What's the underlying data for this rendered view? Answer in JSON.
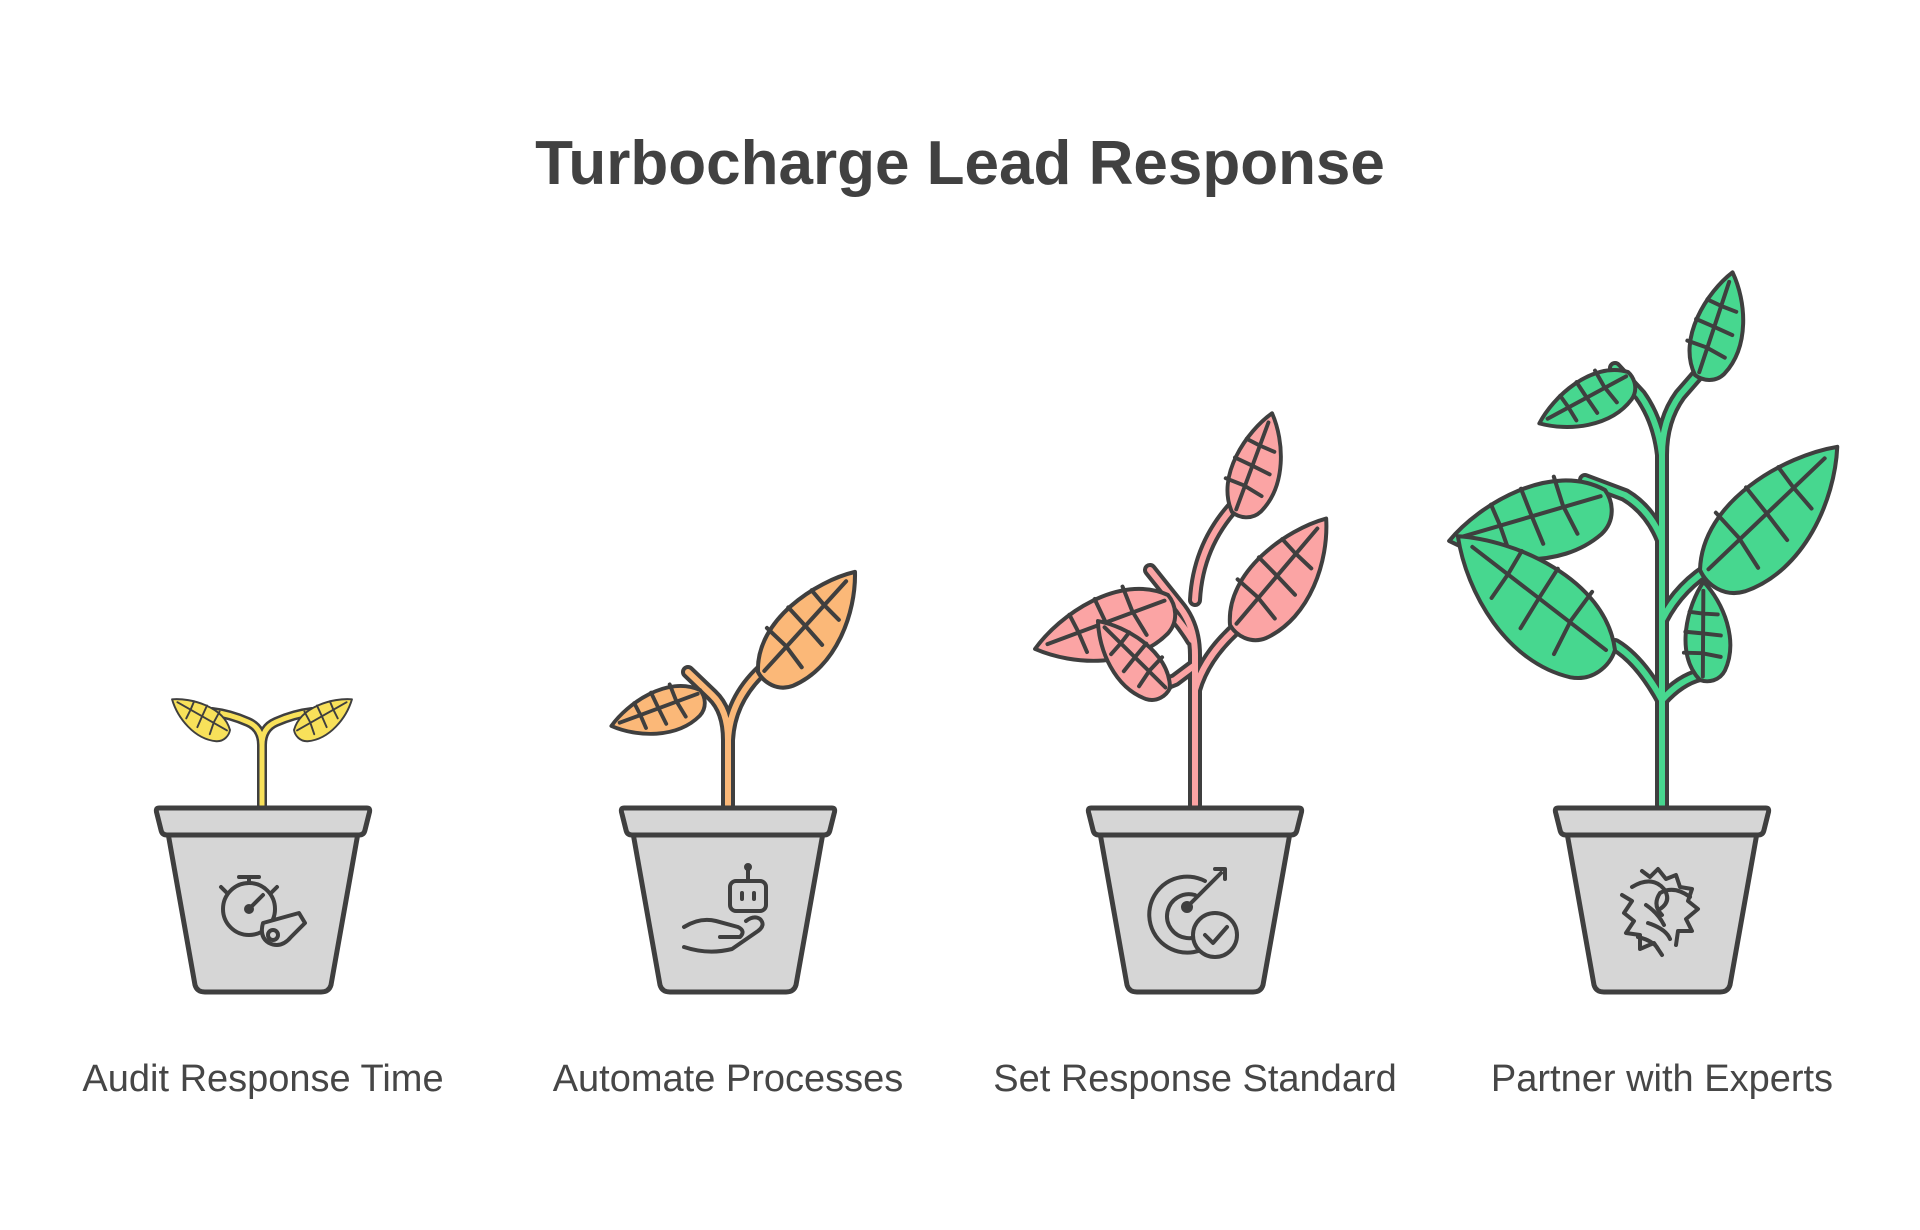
{
  "title": "Turbocharge Lead Response",
  "colors": {
    "outline": "#3f3f3f",
    "pot": "#d6d6d6",
    "stage1": "#f8e15a",
    "stage2": "#fbb878",
    "stage3": "#fba4a4",
    "stage4": "#47d78f"
  },
  "stages": [
    {
      "label": "Audit Response Time",
      "icon": "stopwatch-whistle-icon"
    },
    {
      "label": "Automate Processes",
      "icon": "robot-hand-icon"
    },
    {
      "label": "Set Response Standard",
      "icon": "target-check-icon"
    },
    {
      "label": "Partner with Experts",
      "icon": "handshake-gears-icon"
    }
  ]
}
